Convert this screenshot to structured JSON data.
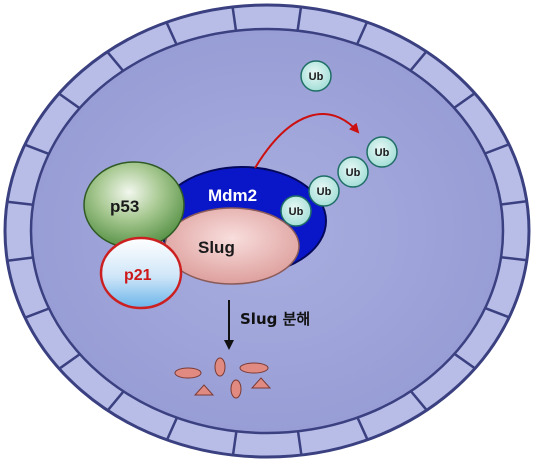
{
  "diagram": {
    "labels": {
      "mdm2": "Mdm2",
      "p53": "p53",
      "slug": "Slug",
      "p21": "p21",
      "ub": "Ub",
      "caption": "Slug 분해"
    },
    "colors": {
      "cell_fill": "#9ea4d8",
      "cell_border": "#3a4080",
      "mdm2_fill": "#0a17c8",
      "p53_fill": "#6ea45a",
      "slug_fill": "#e6aaa8",
      "p21_border": "#cc2020",
      "ub_fill": "#b2e6e0",
      "arrow_red": "#cc1010",
      "fragment_fill": "#e08a82"
    }
  }
}
